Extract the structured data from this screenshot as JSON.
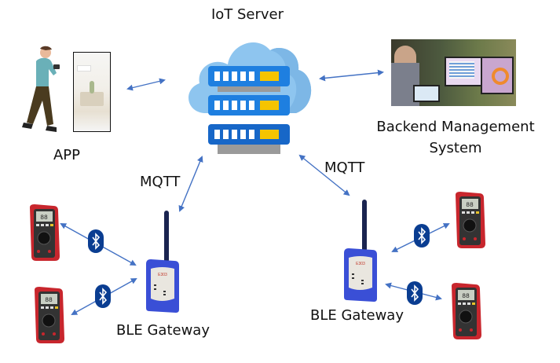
{
  "diagram": {
    "nodes": {
      "server": {
        "label": "IoT Server",
        "icon": "cloud-server-icon"
      },
      "app": {
        "label": "APP",
        "icon": "person-with-phone-icon"
      },
      "backend": {
        "label_line1": "Backend Management",
        "label_line2": "System",
        "icon": "workstation-photo-icon"
      },
      "gateway_left": {
        "label": "BLE Gateway",
        "icon": "ble-gateway-icon"
      },
      "gateway_right": {
        "label": "BLE Gateway",
        "icon": "ble-gateway-icon"
      },
      "meters": {
        "icon": "multimeter-icon",
        "count": 4
      }
    },
    "edges": {
      "mqtt_left": {
        "label": "MQTT"
      },
      "mqtt_right": {
        "label": "MQTT"
      },
      "bluetooth": {
        "icon": "bluetooth-icon"
      }
    },
    "colors": {
      "arrow": "#4472c4",
      "cloud": "#8ec5ef",
      "server_blue": "#1e7fe0",
      "server_yellow": "#f5c400",
      "gateway_blue": "#3a4fd6",
      "bluetooth_bg": "#0a3d91",
      "meter_red": "#c8262d"
    }
  }
}
